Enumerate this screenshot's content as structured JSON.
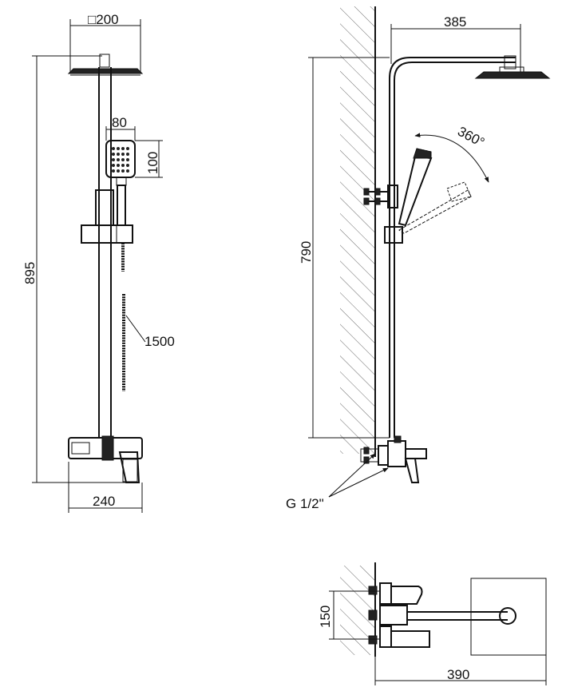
{
  "front_view": {
    "head_size_label": "□200",
    "handset_width_label": "80",
    "handset_height_label": "100",
    "total_height_label": "895",
    "hose_length_label": "1500",
    "mixer_width_label": "240"
  },
  "side_view": {
    "arm_length_label": "385",
    "rotation_label": "360°",
    "rail_height_label": "790",
    "inlet_thread_label": "G 1/2\""
  },
  "top_view": {
    "depth_label": "150",
    "width_label": "390"
  },
  "colors": {
    "line": "#111111",
    "hatch": "#444444",
    "background": "#ffffff"
  }
}
